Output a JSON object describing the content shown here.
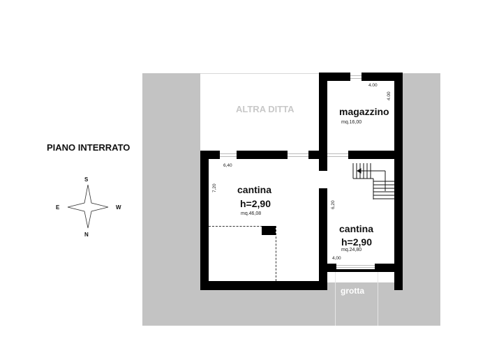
{
  "plan": {
    "title": "PIANO INTERRATO",
    "neighbor_label": "ALTRA DITTA",
    "outdoor_label": "grotta",
    "colors": {
      "ground": "#c3c3c3",
      "wall": "#000000",
      "room": "#ffffff",
      "neighbor_text": "#c8c8c8"
    }
  },
  "compass": {
    "icon": "compass-rose-icon",
    "top": "S",
    "left": "E",
    "right": "W",
    "bottom": "N"
  },
  "rooms": [
    {
      "name": "magazzino",
      "area": "mq.16,00",
      "dim_width": "4.00",
      "dim_height": "4.00"
    },
    {
      "name": "cantina",
      "height": "h=2,90",
      "area": "mq.46,08",
      "dim_width": "6,40",
      "dim_height": "7,20"
    },
    {
      "name": "cantina",
      "height": "h=2,90",
      "area": "mq.24,80",
      "dim_width": "4,00",
      "dim_height": "6,20"
    }
  ]
}
